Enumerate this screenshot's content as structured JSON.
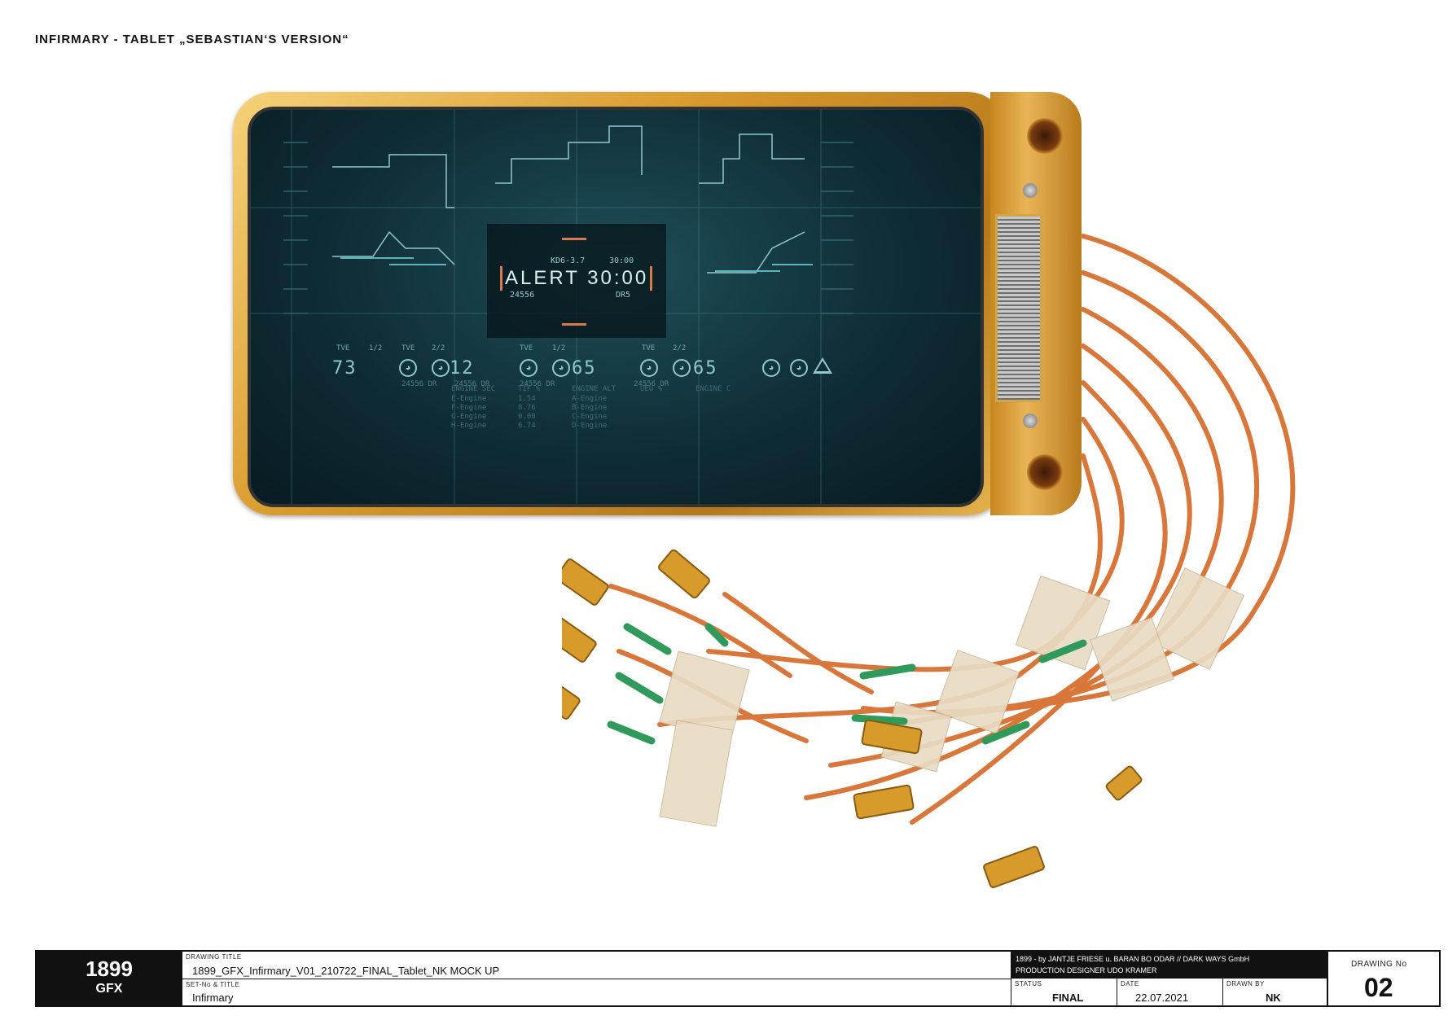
{
  "page_title": "INFIRMARY - TABLET „SEBASTIAN‘S VERSION“",
  "screen": {
    "alert_code": "KD6-3.7",
    "alert_time_small": "30:00",
    "alert_label": "ALERT 30:00",
    "alert_left_sub": "24556",
    "alert_right_sub": "DR5",
    "readouts": [
      {
        "label_a": "TVE",
        "label_b": "1/2",
        "value": "73",
        "sub": "24556 DR"
      },
      {
        "label_a": "TVE",
        "label_b": "2/2",
        "value": "12",
        "sub": "24556 DR"
      },
      {
        "label_a": "TVE",
        "label_b": "1/2",
        "value": "65",
        "sub": "24556 DR"
      },
      {
        "label_a": "TVE",
        "label_b": "2/2",
        "value": "65",
        "sub": "24556 DR"
      }
    ],
    "table_headers": [
      "ENGINE SEC",
      "TIF %",
      "ENGINE ALT",
      "UEU %",
      "ENGINE C"
    ],
    "table_rows": [
      "E-Engine",
      "F-Engine",
      "G-Engine",
      "H-Engine"
    ],
    "table_rows_b": [
      "A-Engine",
      "B-Engine",
      "C-Engine",
      "D-Engine"
    ],
    "tif_values": [
      "1.54",
      "8.76",
      "0.00",
      "6.74"
    ]
  },
  "title_block": {
    "studio_line1": "1899",
    "studio_line2": "GFX",
    "drawing_title_caption": "DRAWING TITLE",
    "drawing_title": "1899_GFX_Infirmary_V01_210722_FINAL_Tablet_NK MOCK UP",
    "set_caption": "SET-No & TITLE",
    "set_title": "Infirmary",
    "production_line1": "1899 - by JANTJE FRIESE u. BARAN BO ODAR // DARK WAYS GmbH",
    "production_line2": "PRODUCTION DESIGNER  UDO KRAMER",
    "status_caption": "STATUS",
    "status": "FINAL",
    "date_caption": "DATE",
    "date": "22.07.2021",
    "drawn_by_caption": "DRAWN BY",
    "drawn_by": "NK",
    "drawing_no_caption": "DRAWING No",
    "drawing_no": "02"
  },
  "colors": {
    "gold": "#d89a2c",
    "screen_teal": "#1f4f59",
    "hud_text": "#8fc9cf",
    "alert_accent": "#d87a4c",
    "cable": "#d9763a",
    "tape": "#e9dcc4",
    "shrink_tube": "#2f9a5a"
  }
}
